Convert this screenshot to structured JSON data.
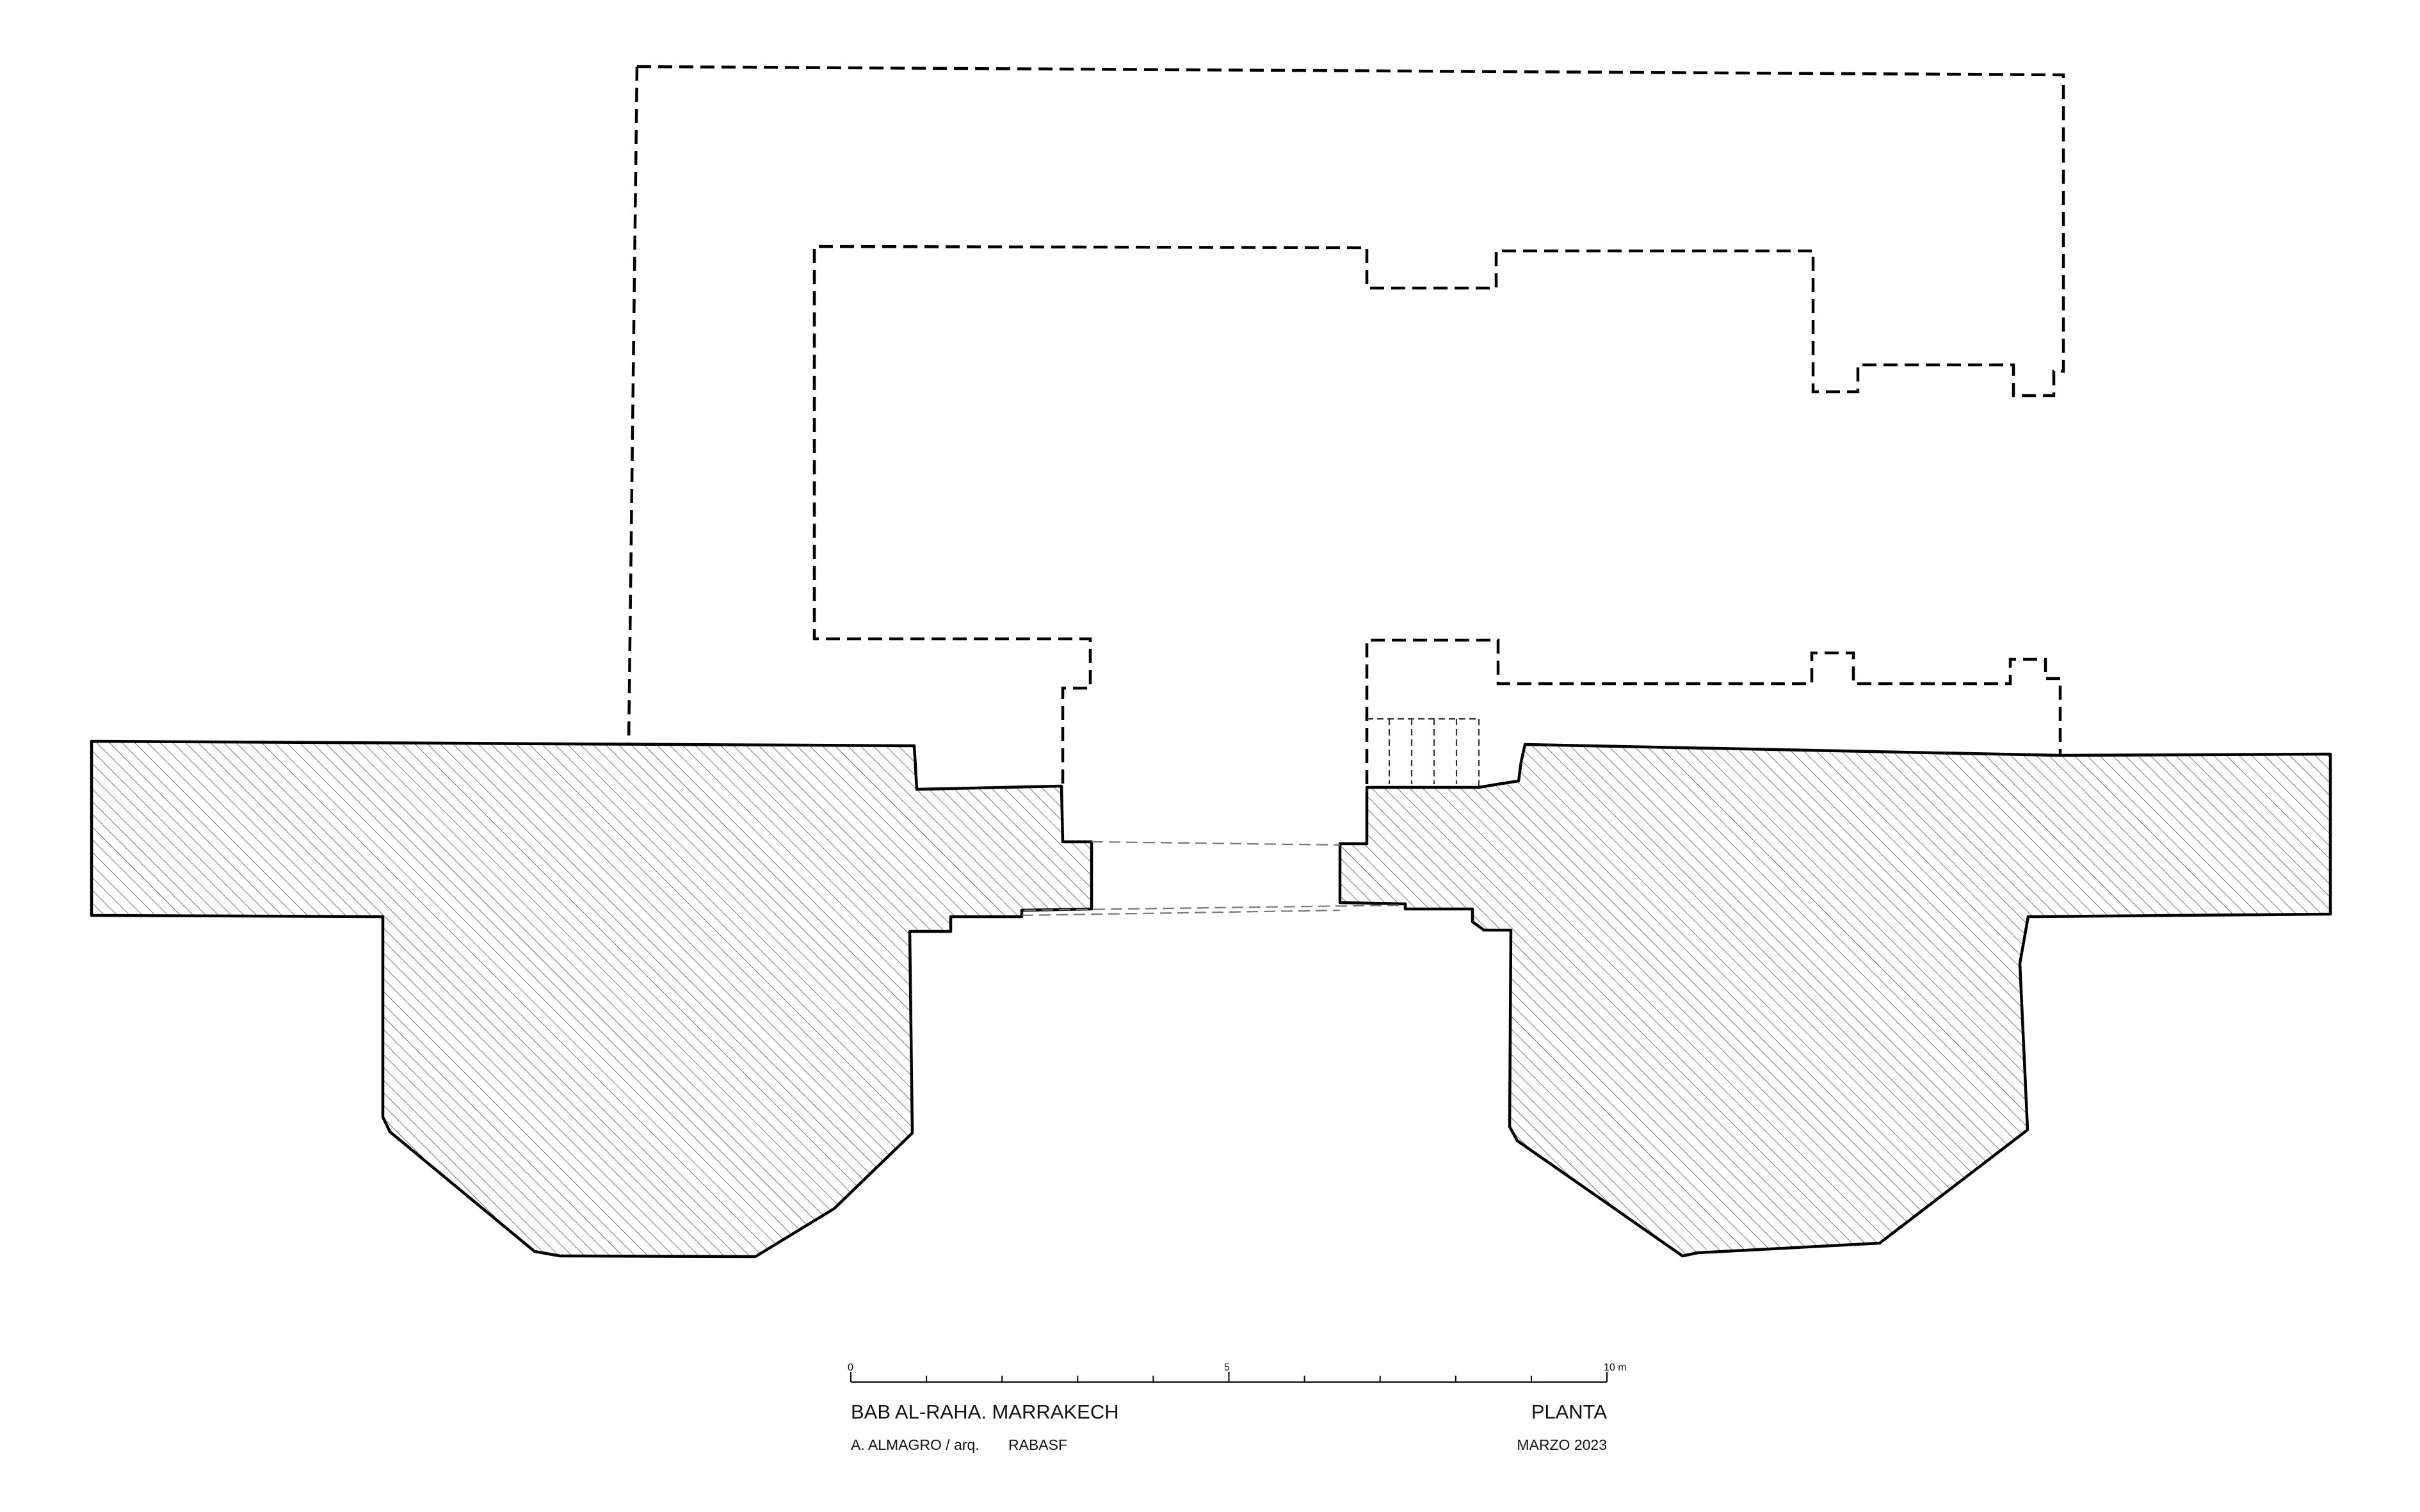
{
  "drawing": {
    "title": "BAB AL-RAHA. MARRAKECH",
    "view": "PLANTA",
    "author": "A. ALMAGRO / arq.",
    "institution": "RABASF",
    "date": "MARZO 2023"
  },
  "scale_bar": {
    "ticks": [
      {
        "label": "0"
      },
      {
        "label": "5"
      },
      {
        "label": "10 m"
      }
    ],
    "divisions": 10
  },
  "colors": {
    "line": "#000000",
    "hatch": "#555555",
    "background": "#ffffff"
  }
}
